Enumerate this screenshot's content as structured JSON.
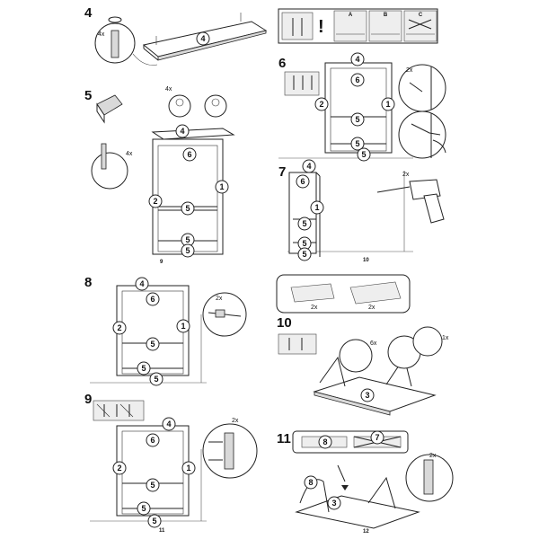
{
  "steps": {
    "s4": "4",
    "s5": "5",
    "s6": "6",
    "s7": "7",
    "s8": "8",
    "s9": "9",
    "s10": "10",
    "s11": "11"
  },
  "part_labels": {
    "p1": "1",
    "p2": "2",
    "p3": "3",
    "p4": "4",
    "p5": "5",
    "p6": "6",
    "p7": "7",
    "p8": "8"
  },
  "quantities": {
    "q4x": "4x",
    "q2x": "2x",
    "q6x": "6x",
    "q1x": "1x"
  },
  "wall_options": {
    "a": "A",
    "b": "B",
    "c": "C"
  },
  "page_numbers": {
    "p9": "9",
    "p10": "10",
    "p11": "11",
    "p12": "12"
  },
  "warning_mark": "!",
  "colors": {
    "ink": "#222222",
    "panel_fill": "#ffffff",
    "shade": "#d9d9d9"
  }
}
